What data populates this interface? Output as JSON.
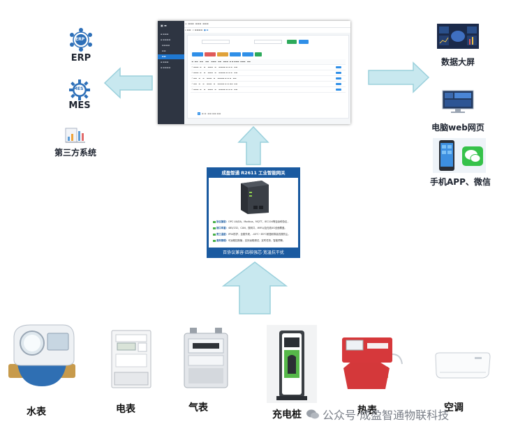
{
  "dashboard": {
    "nav_items": [
      "",
      "",
      "",
      "",
      "",
      "",
      ""
    ],
    "active_index": 2
  },
  "left_systems": [
    {
      "id": "erp",
      "label": "ERP",
      "icon_text": "ERP"
    },
    {
      "id": "mes",
      "label": "MES",
      "icon_text": "MES"
    },
    {
      "id": "third",
      "label": "第三方系统"
    }
  ],
  "right_outputs": [
    {
      "id": "big-screen",
      "label": "数据大屏"
    },
    {
      "id": "web",
      "label": "电脑web网页"
    },
    {
      "id": "app",
      "label": "手机APP、微信"
    }
  ],
  "gateway": {
    "title": "成盈智通 R2611 工业智能网关",
    "features": [
      {
        "key": "协议兼容：",
        "text": "OPC UA/DA、Modbus、MQTT、IEC104等百余种协议，"
      },
      {
        "key": "接口丰富：",
        "text": "485/232、CAN、双网口，WiFi以及无线4G全面覆盖。"
      },
      {
        "key": "宽工温度：",
        "text": "IP54防护，全属外壳，-40℃~85℃耐湿耐寒高抗振防尘。"
      },
      {
        "key": "高效管理：",
        "text": "可远程控制管，支持远程调试，定时任务，智能预警。"
      }
    ],
    "footer": "百协议兼容·四核强芯·宽温抗干扰"
  },
  "meters": [
    {
      "id": "water",
      "label": "水表"
    },
    {
      "id": "electric",
      "label": "电表"
    },
    {
      "id": "gas",
      "label": "气表"
    },
    {
      "id": "charger",
      "label": "充电桩"
    },
    {
      "id": "heat",
      "label": "热表"
    },
    {
      "id": "ac",
      "label": "空调"
    }
  ],
  "watermark": "公众号·成盈智通物联科技",
  "colors": {
    "arrow": "#c8e8ef",
    "gateway_blue": "#1a5aa0",
    "dash_sidebar": "#2e3542",
    "accent_blue": "#1f78d1"
  }
}
